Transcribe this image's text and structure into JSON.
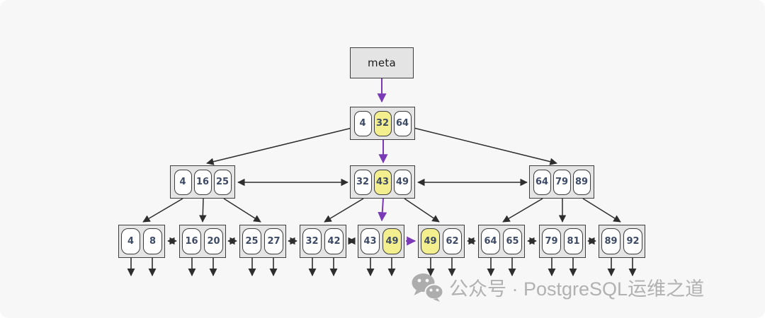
{
  "diagram_title": "btree-index-structure",
  "tree": {
    "meta_label": "meta",
    "root": {
      "keys": [
        "4",
        "32",
        "64"
      ],
      "highlighted_key": "32"
    },
    "internal_nodes": [
      {
        "keys": [
          "4",
          "16",
          "25"
        ],
        "highlighted_key": null
      },
      {
        "keys": [
          "32",
          "43",
          "49"
        ],
        "highlighted_key": "43"
      },
      {
        "keys": [
          "64",
          "79",
          "89"
        ],
        "highlighted_key": null
      }
    ],
    "leaf_nodes": [
      {
        "keys": [
          "4",
          "8"
        ],
        "highlighted_key": null
      },
      {
        "keys": [
          "16",
          "20"
        ],
        "highlighted_key": null
      },
      {
        "keys": [
          "25",
          "27"
        ],
        "highlighted_key": null
      },
      {
        "keys": [
          "32",
          "42"
        ],
        "highlighted_key": null
      },
      {
        "keys": [
          "43",
          "49"
        ],
        "highlighted_key": "49"
      },
      {
        "keys": [
          "49",
          "62"
        ],
        "highlighted_key": "49"
      },
      {
        "keys": [
          "64",
          "65"
        ],
        "highlighted_key": null
      },
      {
        "keys": [
          "79",
          "81"
        ],
        "highlighted_key": null
      },
      {
        "keys": [
          "89",
          "92"
        ],
        "highlighted_key": null
      }
    ]
  },
  "colors": {
    "background": "#f7f7f7",
    "node_fill": "#e4e4e4",
    "node_border": "#3d3d3d",
    "cell_fill": "#ffffff",
    "highlight_fill": "#f3ef8e",
    "key_text": "#3c4a66",
    "arrow_black": "#2e2e2e",
    "arrow_purple": "#7a3ab8",
    "watermark_gray": "#b1b1b1"
  },
  "watermark": {
    "icon": "wechat-icon",
    "text": "公众号 · PostgreSQL运维之道"
  }
}
